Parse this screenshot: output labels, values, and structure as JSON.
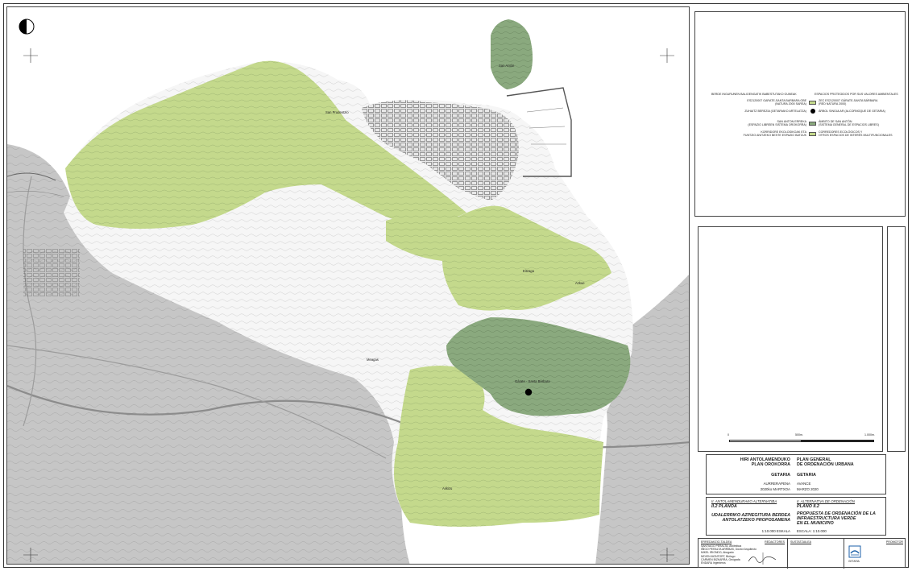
{
  "map": {
    "places": {
      "san_anton": "San Antón",
      "garate": "Gárate - Santa Bárbara",
      "san_prudentzio": "San Prudentzio",
      "eitzaga": "Eitzaga",
      "askizu": "Askizu",
      "azkue": "Azkue",
      "meagas": "Meagas"
    },
    "colors": {
      "light_green": "#c4d98c",
      "dark_green": "#8aa97e",
      "grey_relief": "#c2c2c2",
      "urban": "#555555"
    }
  },
  "legend": {
    "header_eu": "BERDE INGURUNEN BALIOENGATIK BABESTUTAKO GUNEAK",
    "header_es": "ESPACIOS PROTEGIDOS POR SUS VALORES AMBIENTALES",
    "items": [
      {
        "eu": "ES2120007 GARATE-SANTA BARBARA GBE",
        "eu2": "(NATURA 2000 SAREA)",
        "es": "ZEC ES2120007 GÁRATE-SANTA BÁRBARA",
        "es2": "(RED NATURA 2000)",
        "symbol": "light_green"
      },
      {
        "eu": "ZUHAITZ BEREZIA (GETARIAKO ARTELATZA)",
        "es": "ÁRBOL SINGULAR (ALCORNOQUE DE GETARIA)",
        "symbol": "dot"
      },
      {
        "eu": "SAN ANTON ERREKA",
        "eu2": "(ESPAZIO LIBREEN SISTEMA OROKORRA)",
        "es": "ÁMBITO DE SAN ANTÓN",
        "es2": "(SISTEMA GENERAL DE ESPACIOS LIBRES)",
        "symbol": "dark_green"
      },
      {
        "eu": "KORRIDORE EKOLOGIKOAK ETA",
        "eu2": "FUNTZIO ANITZEKO BESTE ESPAZIO BATZUK",
        "es": "CORREDORES ECOLÓGICOS Y",
        "es2": "OTROS ESPACIOS DE INTERÉS MULTIFUNCIONALES",
        "symbol": "light_green"
      }
    ]
  },
  "scale": {
    "zero": "0",
    "mid": "500m.",
    "end": "1.000m."
  },
  "title_block": {
    "plan_eu_1": "HIRI ANTOLAMENDUKO",
    "plan_eu_2": "PLAN OROKORRA",
    "plan_es_1": "PLAN GENERAL",
    "plan_es_2": "DE ORDENACIÓN URBANA",
    "town_eu": "GETARIA",
    "town_es": "GETARIA",
    "phase_eu": "AURRERAPENA",
    "phase_es": "AVANCE",
    "date_eu": "2020ko MARTXOA",
    "date_es": "MARZO 2020",
    "alt_eu": "II. ANTOLAMENDURAKO ALTERNATIBA",
    "alt_es": "II. ALTERNATIVA DE ORDENACIÓN",
    "plano_eu": "II.2 PLANOA",
    "plano_es": "PLANO II.2",
    "desc_eu_1": "UDALERRIKO AZPIEGITURA BERDEA",
    "desc_eu_2": "ANTOLATZEKO PROPOSAMENA",
    "desc_es_1": "PROPUESTA DE ORDENACIÓN DE LA",
    "desc_es_2": "INFRAESTRUCTURA VERDE",
    "desc_es_3": "EN EL MUNICIPIO",
    "scale_eu": "1:10.000 ESKALA",
    "scale_es": "ESCALA: 1:10.000",
    "team_header": "ERREDAKZIO-TALDEA",
    "team_header2": "REDACTORES",
    "team": [
      "SANTIAGO PERALTA, Arkitektoa",
      "IÑIGO PERALTA ARRIBAS, Doctor Arquitecto",
      "MIKEL IRIONDO, Abogado",
      "NEVEN MONTORT, Biólogo",
      "CARMEN BIZKARRA, Geógrafa",
      "ENDARA Ingenieros"
    ],
    "promoter_eu": "SUSTATZAILEA",
    "promoter_es": "PROMOTOR",
    "logo_text": "GETARIA"
  }
}
